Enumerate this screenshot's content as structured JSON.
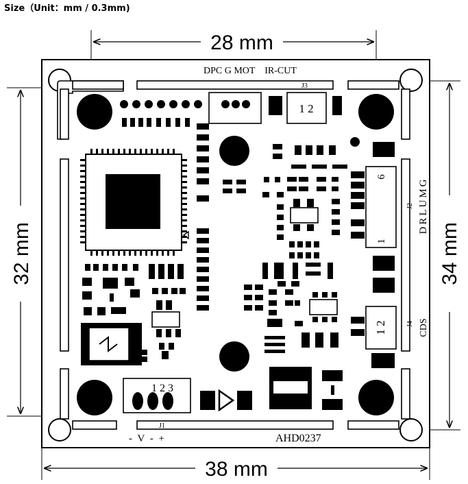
{
  "header": {
    "size_label": "Size",
    "unit_text": "（Unit：mm /   0.3mm)"
  },
  "dimensions": {
    "top": "28 mm",
    "bottom": "38 mm",
    "left": "32 mm",
    "right": "34 mm"
  },
  "board": {
    "top_label": "DPC G MOT    IR-CUT",
    "j3_label": "J3",
    "j3_pins": "1 2",
    "j2_label": "J2",
    "j2_pin_top": "6",
    "j2_pin_bottom": "1",
    "j2_side_text": "DRLUMG",
    "j4_label": "J4",
    "j4_pins": "1 2",
    "cds_label": "CDS",
    "j1_label": "J1",
    "j1_pins": "1 2 3",
    "j1_polarity": "- V - +",
    "model": "AHD0237"
  }
}
